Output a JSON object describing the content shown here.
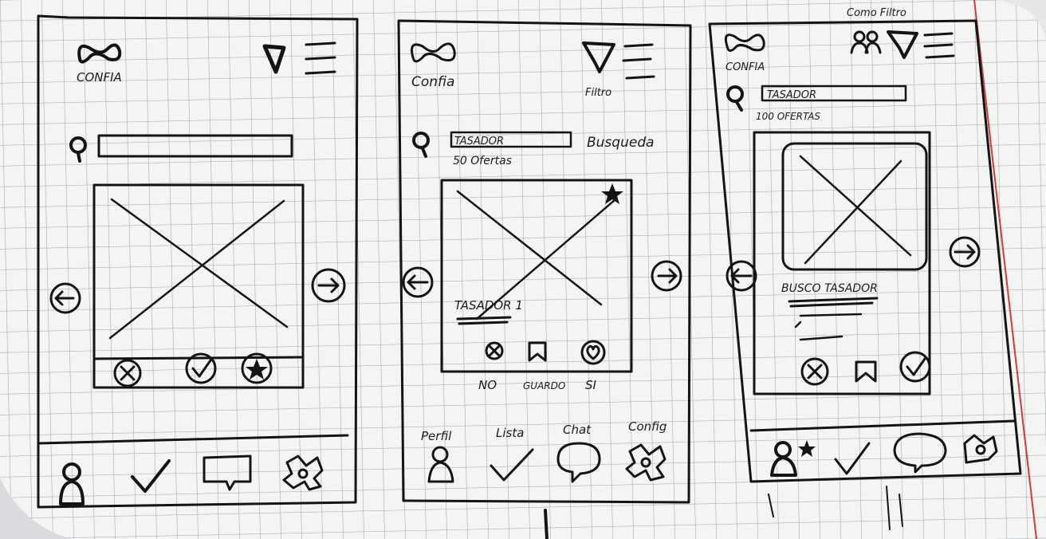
{
  "scene": {
    "kind": "hand-drawn mobile app wireframe sketches on grid notebook paper",
    "screens": [
      {
        "logo_text": "CONFIA",
        "card_actions": [
          "x-circle-icon",
          "check-circle-icon",
          "star-circle-icon"
        ],
        "nav_icons": [
          "profile-icon",
          "check-icon",
          "chat-icon",
          "settings-icon"
        ]
      },
      {
        "logo_text": "Confia",
        "filter_label": "Filtro",
        "search_value": "TASADOR",
        "search_label": "Busqueda",
        "results_text": "50 Ofertas",
        "card_title": "TASADOR 1",
        "action_labels": [
          "NO",
          "GUARDO",
          "SI"
        ],
        "nav_labels": [
          "Perfil",
          "Lista",
          "Chat",
          "Config"
        ]
      },
      {
        "logo_text": "CONFIA",
        "search_value": "TASADOR",
        "results_text": "100 OFERTAS",
        "card_title": "BUSCO TASADOR",
        "top_note": "Como Filtro"
      }
    ],
    "colors": {
      "paper": "#f4f4f2",
      "grid": "#9aa4ad",
      "ink": "#141414",
      "margin_line": "#d23a3a"
    }
  }
}
